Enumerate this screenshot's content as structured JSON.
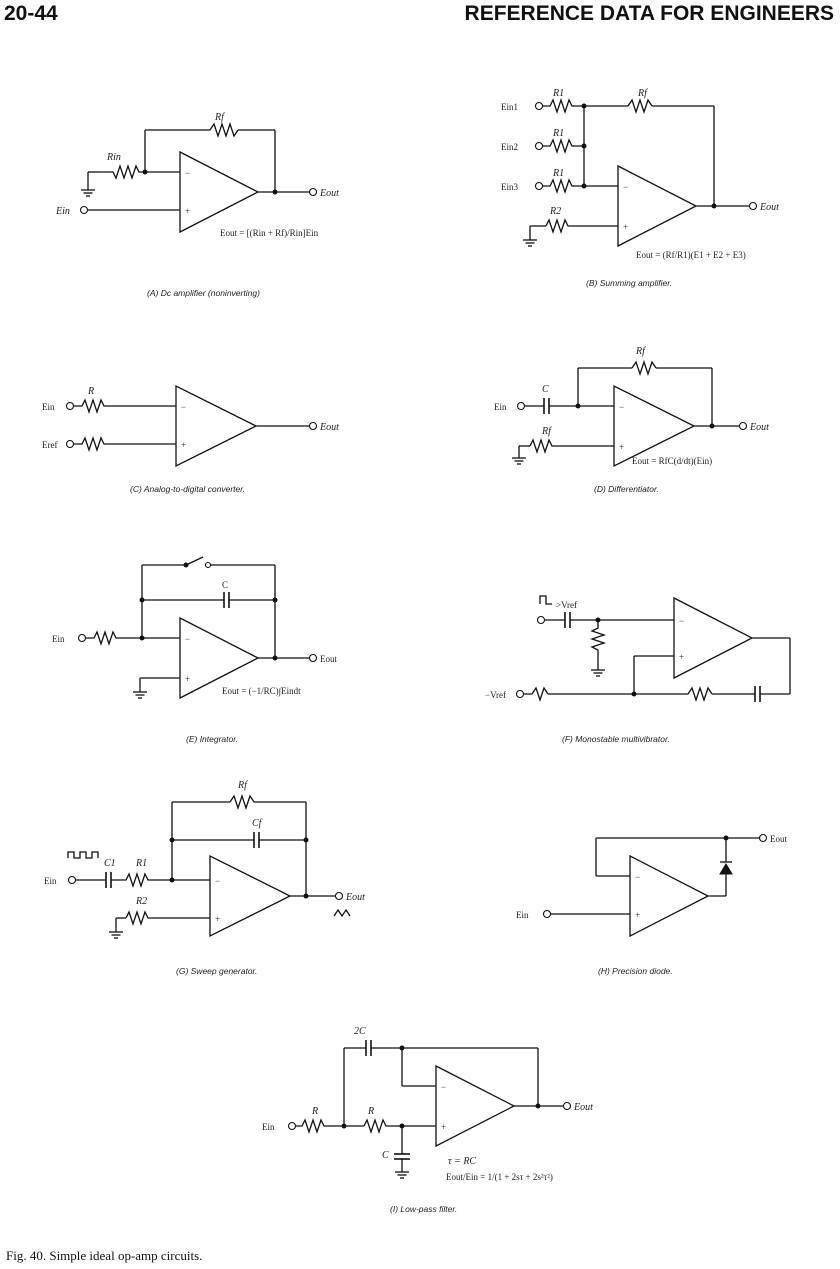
{
  "header": {
    "page_number": "20-44",
    "title": "REFERENCE DATA FOR ENGINEERS"
  },
  "circuits": [
    {
      "id": "A",
      "caption": "(A) Dc amplifier (noninverting)",
      "labels": {
        "rf": "Rf",
        "rin": "Rin",
        "ein": "Ein",
        "eout": "Eout",
        "equation": "Eout = [(Rin + Rf)/Rin]Ein"
      }
    },
    {
      "id": "B",
      "caption": "(B) Summing amplifier.",
      "labels": {
        "r1a": "R1",
        "rf": "Rf",
        "r1b": "R1",
        "r1c": "R1",
        "r2": "R2",
        "ein1": "Ein1",
        "ein2": "Ein2",
        "ein3": "Ein3",
        "eout": "Eout",
        "equation": "Eout = (Rf/R1)(E1 + E2 + E3)"
      }
    },
    {
      "id": "C",
      "caption": "(C) Analog-to-digital converter.",
      "labels": {
        "r": "R",
        "ein": "Ein",
        "eref": "Eref",
        "eout": "Eout"
      }
    },
    {
      "id": "D",
      "caption": "(D) Differentiator.",
      "labels": {
        "rf_top": "Rf",
        "c": "C",
        "rf_bot": "Rf",
        "ein": "Ein",
        "eout": "Eout",
        "equation": "Eout = RfC(d/dt)(Ein)"
      }
    },
    {
      "id": "E",
      "caption": "(E) Integrator.",
      "labels": {
        "c": "C",
        "ein": "Ein",
        "eout": "Eout",
        "equation": "Eout = (−1/RC)∫Eindt"
      }
    },
    {
      "id": "F",
      "caption": "(F) Monostable multivibrator.",
      "labels": {
        "vref_pos": ">Vref",
        "vref_neg": "−Vref"
      }
    },
    {
      "id": "G",
      "caption": "(G) Sweep generator.",
      "labels": {
        "rf": "Rf",
        "cf": "Cf",
        "c1": "C1",
        "r1": "R1",
        "r2": "R2",
        "ein": "Ein",
        "eout": "Eout"
      }
    },
    {
      "id": "H",
      "caption": "(H) Precision diode.",
      "labels": {
        "ein": "Ein",
        "eout": "Eout"
      }
    },
    {
      "id": "I",
      "caption": "(I) Low-pass filter.",
      "labels": {
        "c2": "2C",
        "r_a": "R",
        "r_b": "R",
        "c": "C",
        "ein": "Ein",
        "eout": "Eout",
        "tau": "τ = RC",
        "equation": "Eout/Ein = 1/(1 + 2sτ + 2s²τ²)"
      }
    }
  ],
  "figure_caption": "Fig. 40. Simple ideal op-amp circuits."
}
